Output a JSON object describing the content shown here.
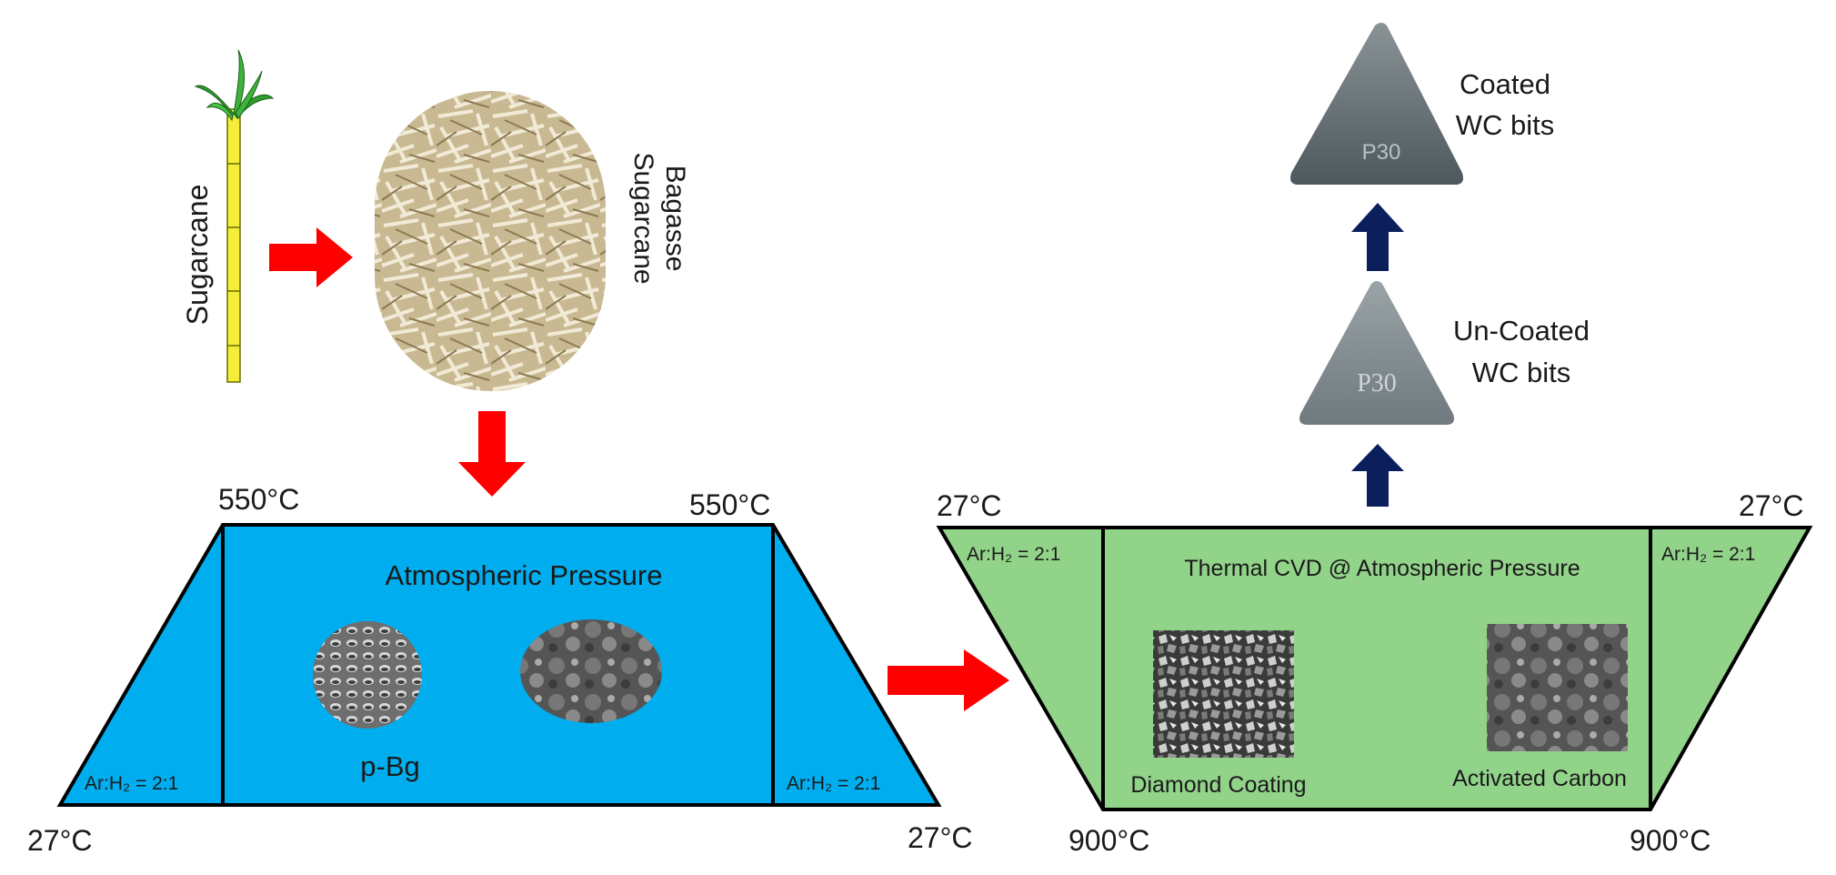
{
  "sugarcane": {
    "label": "Sugarcane"
  },
  "bagasse": {
    "label_line1": "Sugarcane",
    "label_line2": "Bagasse"
  },
  "pyrolysis": {
    "title": "Atmospheric Pressure",
    "temp_top_left": "550°C",
    "temp_top_right": "550°C",
    "temp_bottom_left": "27°C",
    "temp_bottom_right": "27°C",
    "gas_left": "Ar:H₂ = 2:1",
    "gas_right": "Ar:H₂ = 2:1",
    "sample_label": "p-Bg",
    "color": "#00aeef"
  },
  "cvd": {
    "title": "Thermal CVD @ Atmospheric Pressure",
    "temp_top_left": "27°C",
    "temp_top_right": "27°C",
    "temp_bottom_left": "900°C",
    "temp_bottom_right": "900°C",
    "gas_left": "Ar:H₂ = 2:1",
    "gas_right": "Ar:H₂ = 2:1",
    "diamond_label": "Diamond Coating",
    "carbon_label": "Activated Carbon",
    "color": "#92d38a"
  },
  "bits": {
    "uncoated_line1": "Un-Coated",
    "uncoated_line2": "WC bits",
    "uncoated_mark": "P30",
    "coated_line1": "Coated",
    "coated_line2": "WC bits",
    "coated_mark": "P30"
  },
  "colors": {
    "red_arrow": "#ff0000",
    "navy_arrow": "#0a1f5c"
  }
}
